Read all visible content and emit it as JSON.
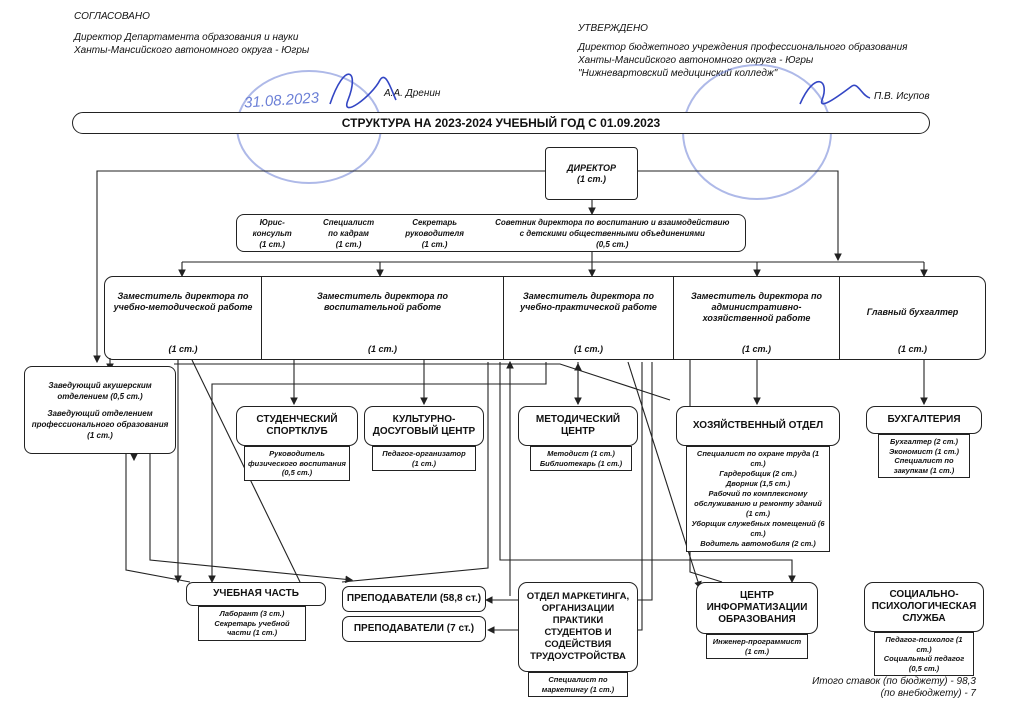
{
  "approval_left": {
    "label": "СОГЛАСОВАНО",
    "line1": "Директор Департамента образования и науки",
    "line2": "Ханты-Мансийского автономного округа - Югры",
    "date": "31.08.2023",
    "name": "А.А. Дренин"
  },
  "approval_right": {
    "label": "УТВЕРЖДЕНО",
    "line1": "Директор бюджетного учреждения профессионального образования",
    "line2": "Ханты-Мансийского автономного округа - Югры",
    "line3": "\"Нижневартовский медицинский колледж\"",
    "name": "П.В. Исупов"
  },
  "title": "СТРУКТУРА НА 2023-2024 УЧЕБНЫЙ ГОД С 01.09.2023",
  "director": {
    "title": "ДИРЕКТОР",
    "rate": "(1 ст.)"
  },
  "advisors": [
    {
      "title": "Юрис-",
      "title2": "консульт",
      "rate": "(1 ст.)"
    },
    {
      "title": "Специалист",
      "title2": "по кадрам",
      "rate": "(1 ст.)"
    },
    {
      "title": "Секретарь",
      "title2": "руководителя",
      "rate": "(1 ст.)"
    },
    {
      "title": "Советник директора по воспитанию и взаимодействию",
      "title2": "с детскими общественными объединениями",
      "rate": "(0,5 ст.)"
    }
  ],
  "deputies": [
    {
      "title": "Заместитель директора по учебно-методической работе",
      "rate": "(1 ст.)"
    },
    {
      "title": "Заместитель директора по воспитательной работе",
      "rate": "(1 ст.)"
    },
    {
      "title": "Заместитель директора по учебно-практической работе",
      "rate": "(1 ст.)"
    },
    {
      "title": "Заместитель директора по административно-хозяйственной работе",
      "rate": "(1 ст.)"
    },
    {
      "title": "Главный бухгалтер",
      "rate": "(1 ст.)"
    }
  ],
  "heads": {
    "line1": "Заведующий акушерским",
    "line2": "отделением (0,5 ст.)",
    "line3": "Заведующий отделением",
    "line4": "профессионального образования",
    "line5": "(1 ст.)"
  },
  "units": {
    "sport": {
      "title": "СТУДЕНЧЕСКИЙ СПОРТКЛУБ",
      "staff": [
        "Руководитель физического воспитания",
        "(0,5 ст.)"
      ]
    },
    "culture": {
      "title": "КУЛЬТУРНО-ДОСУГОВЫЙ ЦЕНТР",
      "staff": [
        "Педагог-организатор",
        "(1 ст.)"
      ]
    },
    "method": {
      "title": "МЕТОДИЧЕСКИЙ ЦЕНТР",
      "staff": [
        "Методист (1 ст.)",
        "Библиотекарь (1 ст.)"
      ]
    },
    "household": {
      "title": "ХОЗЯЙСТВЕННЫЙ ОТДЕЛ",
      "staff": [
        "Специалист по охране труда (1 ст.)",
        "Гардеробщик (2 ст.)",
        "Дворник (1,5 ст.)",
        "Рабочий по комплексному обслуживанию и ремонту зданий (1 ст.)",
        "Уборщик служебных помещений (6 ст.)",
        "Водитель автомобиля (2 ст.)"
      ]
    },
    "accounting": {
      "title": "БУХГАЛТЕРИЯ",
      "staff": [
        "Бухгалтер (2 ст.)",
        "Экономист (1 ст.)",
        "Специалист по закупкам (1 ст.)"
      ]
    },
    "study": {
      "title": "УЧЕБНАЯ ЧАСТЬ",
      "staff": [
        "Лаборант (3 ст.)",
        "Секретарь учебной части (1 ст.)"
      ]
    },
    "teachers1": {
      "title": "ПРЕПОДАВАТЕЛИ (58,8 ст.)"
    },
    "teachers2": {
      "title": "ПРЕПОДАВАТЕЛИ (7 ст.)"
    },
    "marketing": {
      "title": "ОТДЕЛ МАРКЕТИНГА, ОРГАНИЗАЦИИ ПРАКТИКИ СТУДЕНТОВ И СОДЕЙСТВИЯ ТРУДОУСТРОЙСТВА",
      "staff": [
        "Специалист по маркетингу (1 ст.)"
      ]
    },
    "it": {
      "title": "ЦЕНТР ИНФОРМАТИЗАЦИИ ОБРАЗОВАНИЯ",
      "staff": [
        "Инженер-программист",
        "(1 ст.)"
      ]
    },
    "social": {
      "title": "СОЦИАЛЬНО-ПСИХОЛОГИЧЕСКАЯ СЛУЖБА",
      "staff": [
        "Педагог-психолог (1 ст.)",
        "Социальный педагог",
        "(0,5 ст.)"
      ]
    }
  },
  "totals": {
    "budget": "Итого ставок (по бюджету) - 98,3",
    "extra": "(по внебюджету) - 7"
  },
  "colors": {
    "stamp": "#6b7fd6",
    "signature": "#3346c4",
    "line": "#222222"
  }
}
